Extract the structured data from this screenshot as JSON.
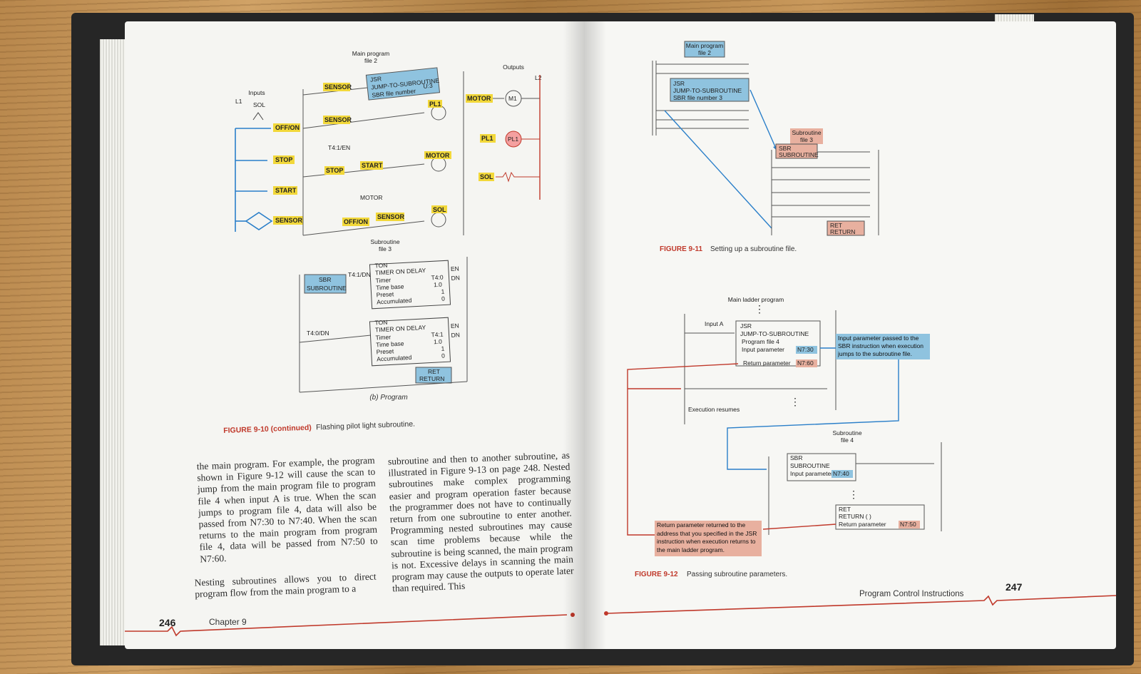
{
  "left_page": {
    "figure": {
      "main_program_label": "Main program\nfile 2",
      "inputs_label": "Inputs",
      "outputs_label": "Outputs",
      "rail_left": "L1",
      "rail_right": "L2",
      "sol_label": "SOL",
      "input_tags": [
        "OFF/ON",
        "STOP",
        "START",
        "SENSOR"
      ],
      "sensor_tag": "SENSOR",
      "start_tag": "START",
      "stop_tag": "STOP",
      "motor_tag": "MOTOR",
      "offon_tag": "OFF/ON",
      "timer_contact": "T4:1/EN",
      "pl1_tag": "PL1",
      "sol_tag": "SOL",
      "m1_label": "M1",
      "jsr": {
        "line1": "JSR",
        "line2": "JUMP-TO-SUBROUTINE",
        "line3": "SBR file number",
        "value": "U:3"
      },
      "subroutine_label": "Subroutine\nfile 3",
      "sbr": {
        "line1": "SBR",
        "line2": "SUBROUTINE"
      },
      "t41dn": "T4:1/DN",
      "t40dn": "T4:0/DN",
      "ton1": {
        "header": "TON",
        "title": "TIMER ON DELAY",
        "timer_label": "Timer",
        "timer": "T4:0",
        "base_label": "Time base",
        "base": "1.0",
        "preset_label": "Preset",
        "preset": "1",
        "acc_label": "Accumulated",
        "acc": "0"
      },
      "ton2": {
        "header": "TON",
        "title": "TIMER ON DELAY",
        "timer_label": "Timer",
        "timer": "T4:1",
        "base_label": "Time base",
        "base": "1.0",
        "preset_label": "Preset",
        "preset": "1",
        "acc_label": "Accumulated",
        "acc": "0"
      },
      "en": "EN",
      "dn": "DN",
      "ret": {
        "line1": "RET",
        "line2": "RETURN"
      },
      "sub_caption": "(b) Program",
      "caption_label": "FIGURE 9-10 (continued)",
      "caption_text": "Flashing pilot light subroutine."
    },
    "col1": "the main program. For example, the program shown in Figure 9-12 will cause the scan to jump from the main program file to program file 4 when input A is true. When the scan jumps to program file 4, data will also be passed from N7:30 to N7:40. When the scan returns to the main program from program file 4, data will be passed from N7:50 to N7:60.",
    "col1b": "Nesting subroutines allows you to direct program flow from the main program to a",
    "col2": "subroutine and then to another subroutine, as illustrated in Figure 9-13 on page 248. Nested subroutines make complex programming easier and program operation faster because the programmer does not have to continually return from one subroutine to enter another. Programming nested subroutines may cause scan time problems because while the subroutine is being scanned, the main program is not. Excessive delays in scanning the main program may cause the outputs to operate later than required. This",
    "page_number": "246",
    "chapter": "Chapter 9"
  },
  "right_page": {
    "fig11": {
      "main_label": "Main program\nfile 2",
      "jsr": {
        "line1": "JSR",
        "line2": "JUMP-TO-SUBROUTINE",
        "line3": "SBR file number 3"
      },
      "sub_label": "Subroutine\nfile 3",
      "sbr": {
        "line1": "SBR",
        "line2": "SUBROUTINE"
      },
      "ret": {
        "line1": "RET",
        "line2": "RETURN"
      },
      "caption_label": "FIGURE 9-11",
      "caption_text": "Setting up a subroutine file."
    },
    "fig12": {
      "main_ladder": "Main ladder program",
      "input_a": "Input A",
      "jsr": {
        "line1": "JSR",
        "line2": "JUMP-TO-SUBROUTINE",
        "line3": "Program file 4",
        "input_label": "Input parameter",
        "input_value": "N7:30",
        "return_label": "Return parameter",
        "return_value": "N7:60"
      },
      "note_blue": "Input parameter passed to the SBR instruction when execution jumps to the subroutine file.",
      "exec_resumes": "Execution resumes",
      "sub_label": "Subroutine\nfile 4",
      "sbr": {
        "line1": "SBR",
        "line2": "SUBROUTINE",
        "input_label": "Input parameter",
        "input_value": "N7:40"
      },
      "ret": {
        "line1": "RET",
        "line2": "RETURN ( )",
        "return_label": "Return parameter",
        "return_value": "N7:50"
      },
      "note_red": "Return parameter returned to the address that you specified in the JSR instruction when execution returns to the main ladder program.",
      "caption_label": "FIGURE 9-12",
      "caption_text": "Passing subroutine parameters."
    },
    "running_head": "Program Control Instructions",
    "page_number": "247"
  },
  "colors": {
    "accent_red": "#c0392b",
    "tag_yellow": "#f2d83a",
    "tag_blue": "#8fc3df",
    "tag_pink": "#e8b09f",
    "wire_blue": "#2a7fc9"
  }
}
